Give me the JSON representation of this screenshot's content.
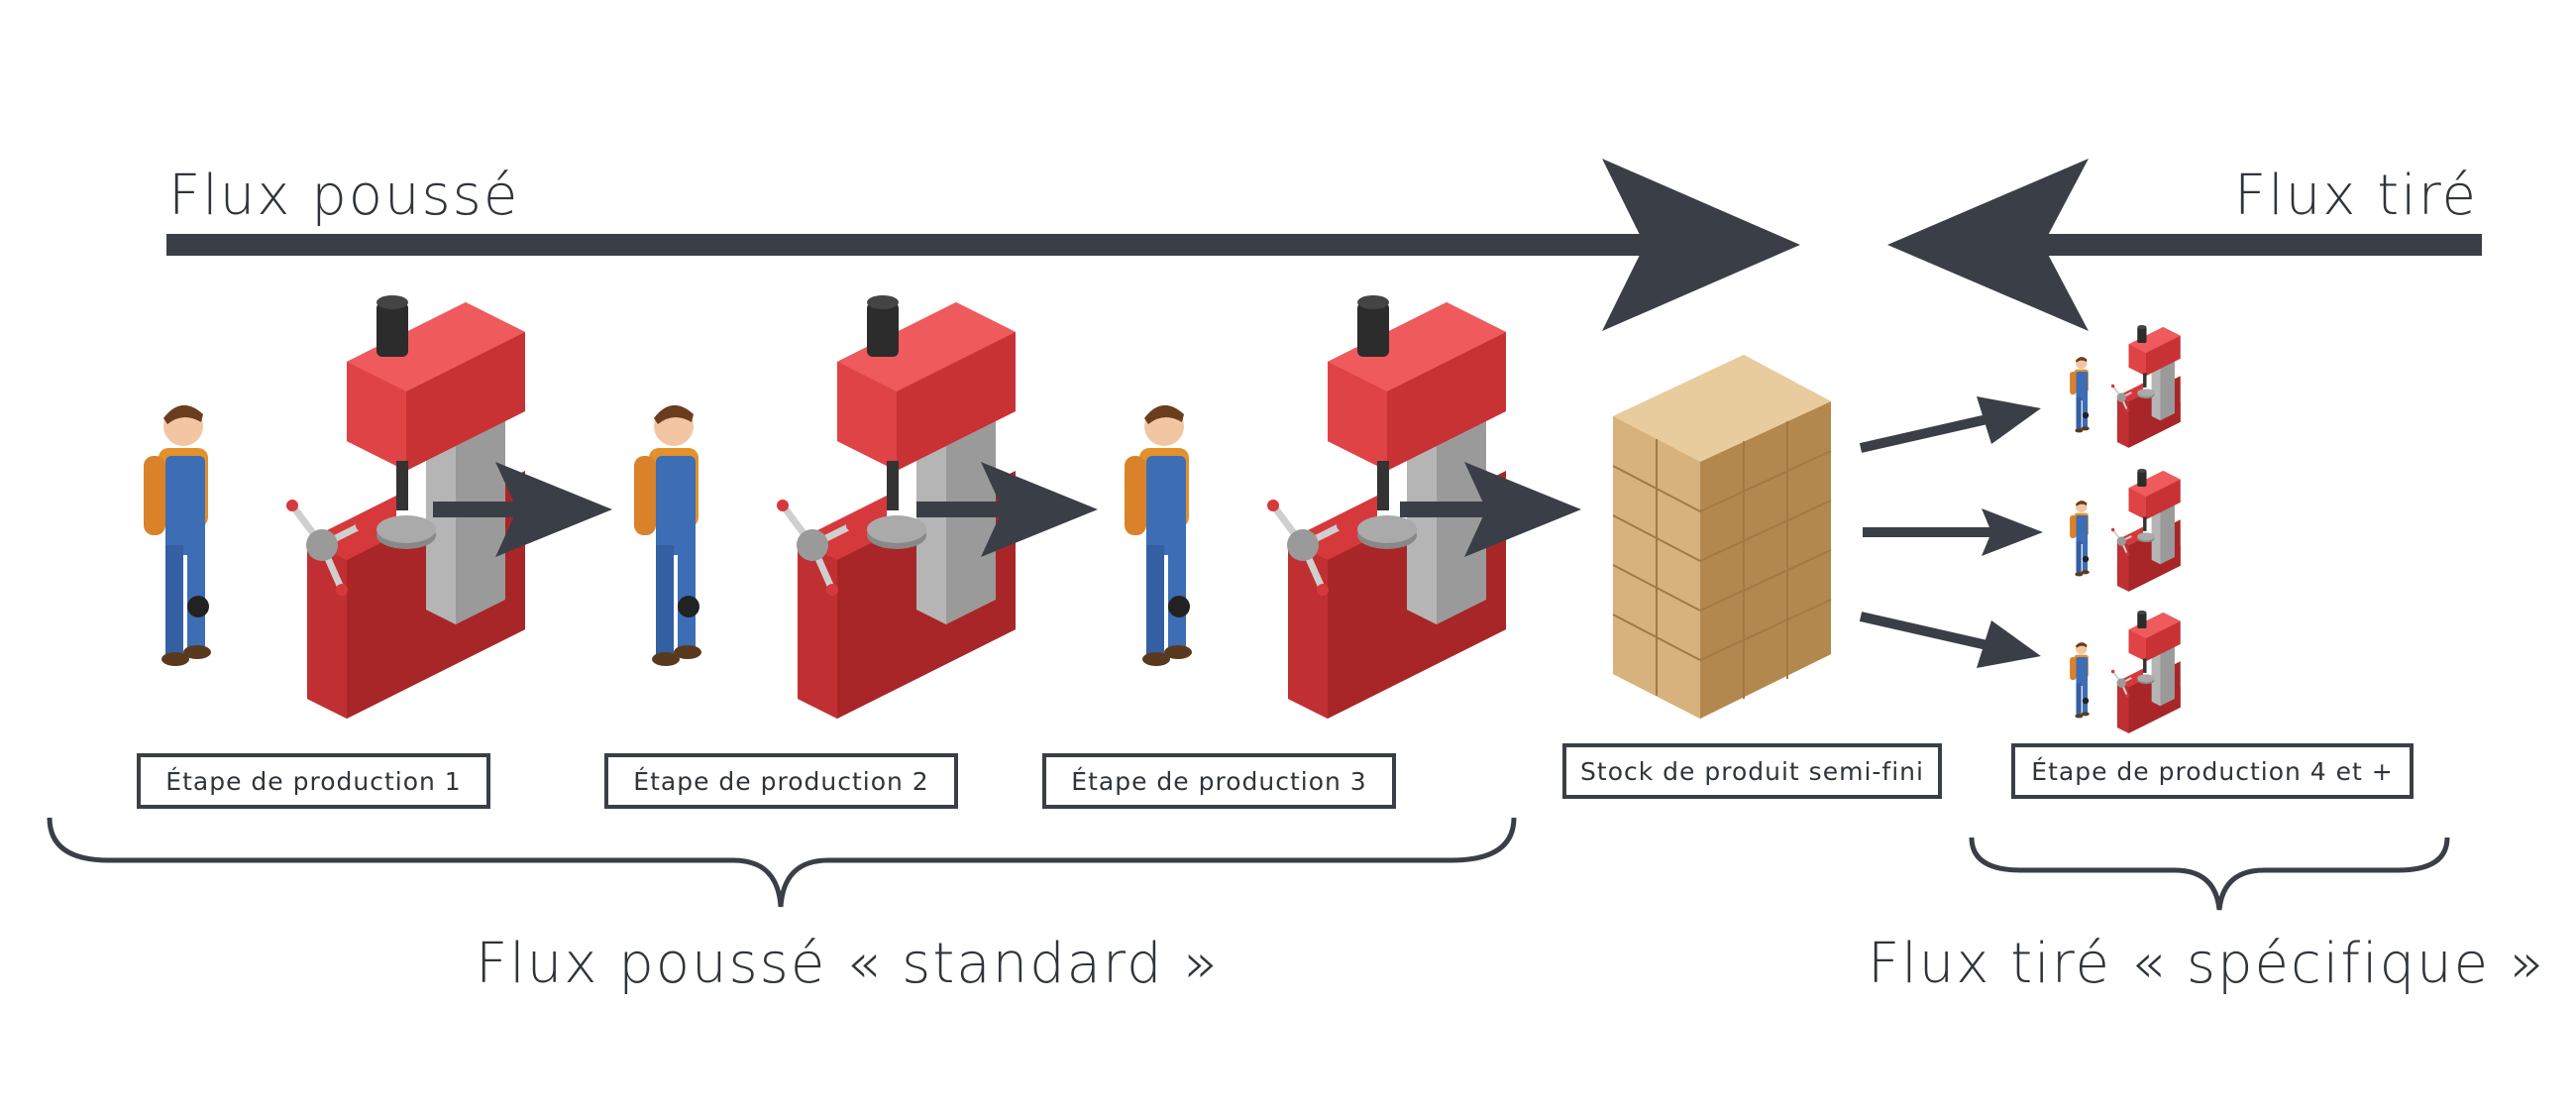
{
  "title_push": "Flux poussé",
  "title_pull": "Flux tiré",
  "steps": [
    {
      "label": "Étape de production 1"
    },
    {
      "label": "Étape de production 2"
    },
    {
      "label": "Étape de production 3"
    }
  ],
  "stock_label": "Stock de produit semi-fini",
  "step4_label": "Étape de production 4 et +",
  "bottom_push": "Flux poussé « standard »",
  "bottom_pull": "Flux tiré « spécifique »",
  "colors": {
    "arrow": "#3a3f47",
    "machine_red": "#d6393b",
    "box_brown": "#c9a06a",
    "worker_blue": "#3c6db5"
  },
  "icons": [
    "industrial-machine-icon",
    "worker-icon",
    "cardboard-boxes-icon",
    "arrow-icon"
  ]
}
